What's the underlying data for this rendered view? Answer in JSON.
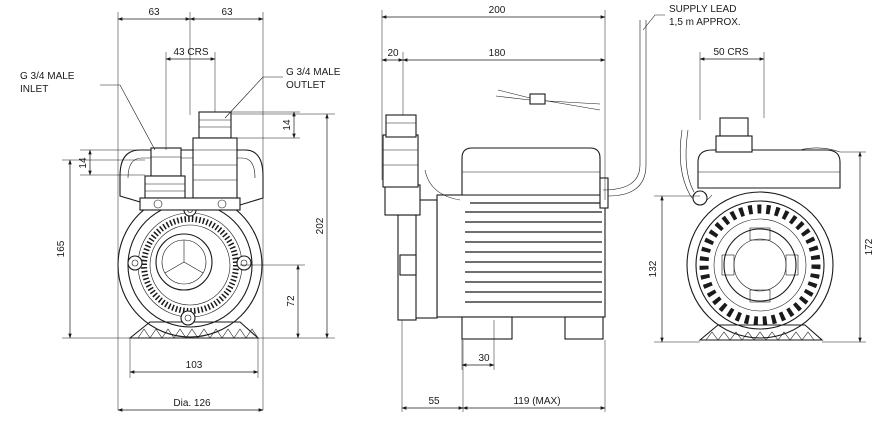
{
  "front_view": {
    "dim_63_left": "63",
    "dim_63_right": "63",
    "dim_43_crs": "43 CRS",
    "inlet_line1": "G 3/4 MALE",
    "inlet_line2": "INLET",
    "outlet_line1": "G 3/4 MALE",
    "outlet_line2": "OUTLET",
    "dim_14_outlet": "14",
    "dim_14_inlet": "14",
    "dim_165": "165",
    "dim_202": "202",
    "dim_72": "72",
    "dim_103": "103",
    "dim_dia_126": "Dia. 126"
  },
  "side_view": {
    "dim_200": "200",
    "dim_20": "20",
    "dim_180": "180",
    "supply_line1": "SUPPLY LEAD",
    "supply_line2": "1,5 m APPROX.",
    "dim_30": "30",
    "dim_55": "55",
    "dim_119": "119 (MAX)"
  },
  "rear_view": {
    "dim_50_crs": "50 CRS",
    "dim_132": "132",
    "dim_172": "172"
  }
}
